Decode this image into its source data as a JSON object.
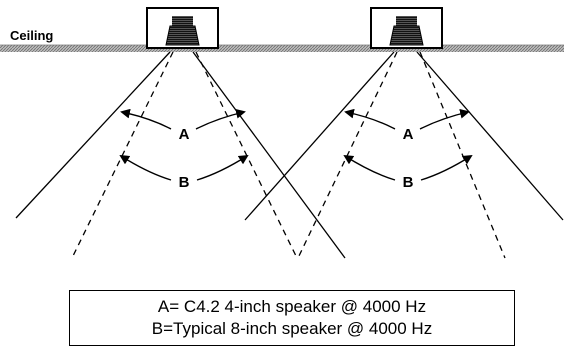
{
  "diagram": {
    "ceiling_label": "Ceiling",
    "angle_a_label": "A",
    "angle_b_label": "B",
    "speaker_count": 2
  },
  "legend": {
    "line_a": "A= C4.2 4-inch speaker @ 4000 Hz",
    "line_b": "B=Typical 8-inch speaker @ 4000 Hz"
  }
}
